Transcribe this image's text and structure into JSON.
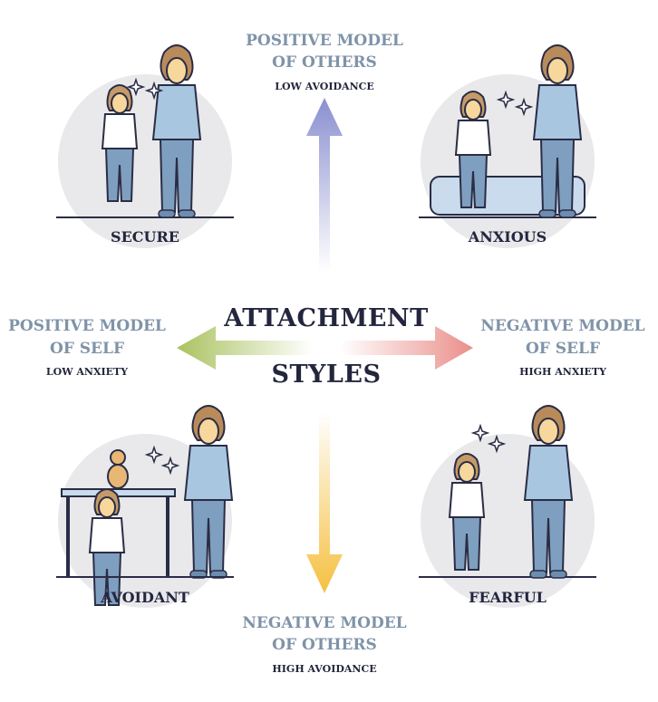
{
  "title": {
    "line1": "ATTACHMENT",
    "line2": "STYLES"
  },
  "axes": {
    "top": {
      "heading1": "POSITIVE MODEL",
      "heading2": "OF OTHERS",
      "sub": "LOW AVOIDANCE",
      "color": "#8a8fd0"
    },
    "bottom": {
      "heading1": "NEGATIVE MODEL",
      "heading2": "OF OTHERS",
      "sub": "HIGH AVOIDANCE",
      "color": "#f5c040"
    },
    "left": {
      "heading1": "POSITIVE MODEL",
      "heading2": "OF SELF",
      "sub": "LOW ANXIETY",
      "color": "#a9c25f"
    },
    "right": {
      "heading1": "NEGATIVE MODEL",
      "heading2": "OF SELF",
      "sub": "HIGH ANXIETY",
      "color": "#ea8f8a"
    }
  },
  "quadrants": [
    {
      "label": "SECURE"
    },
    {
      "label": "ANXIOUS"
    },
    {
      "label": "AVOIDANT"
    },
    {
      "label": "FEARFUL"
    }
  ]
}
